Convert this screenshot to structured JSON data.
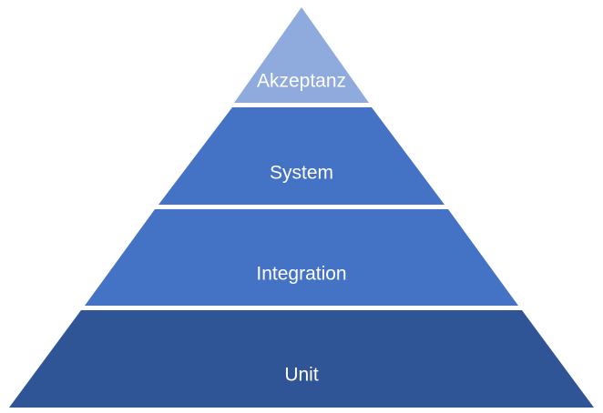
{
  "pyramid": {
    "levels": [
      {
        "label": "Akzeptanz",
        "color": "#8faadc"
      },
      {
        "label": "System",
        "color": "#4472c4"
      },
      {
        "label": "Integration",
        "color": "#4472c4"
      },
      {
        "label": "Unit",
        "color": "#2f5597"
      }
    ]
  }
}
